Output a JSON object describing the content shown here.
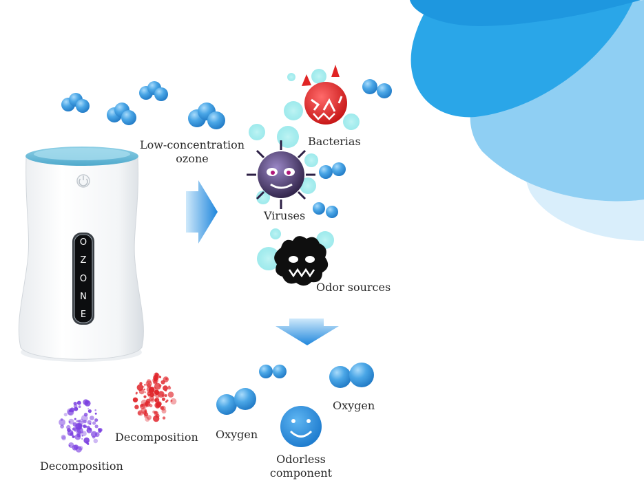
{
  "device": {
    "brand_text": "OZONE",
    "letters": [
      "O",
      "Z",
      "O",
      "N",
      "E"
    ]
  },
  "labels": {
    "input": [
      "Low-concentration",
      "ozone"
    ],
    "bacterias": "Bacterias",
    "viruses": "Viruses",
    "odor_sources": "Odor sources",
    "decomposition_left": "Decomposition",
    "decomposition_right": "Decomposition",
    "oxygen_left": "Oxygen",
    "oxygen_right": "Oxygen",
    "odorless": [
      "Odorless",
      "component"
    ]
  },
  "colors": {
    "molecule": "#3d97de",
    "molecule_light": "#7cc1f0",
    "arrow": "#2f8fe0",
    "petal_dark": "#2aa3e6",
    "petal_light": "#bfe3f8",
    "bacteria": "#e02020",
    "virus": "#3b2c55",
    "odor": "#111111",
    "decomp_purple": "#7a3ee0",
    "decomp_red": "#e0252b",
    "smiley": "#2b8fdd"
  },
  "icons": [
    "power-icon",
    "arrow-right-icon",
    "arrow-down-icon",
    "bacteria-icon",
    "virus-icon",
    "odor-icon",
    "smiley-icon"
  ]
}
